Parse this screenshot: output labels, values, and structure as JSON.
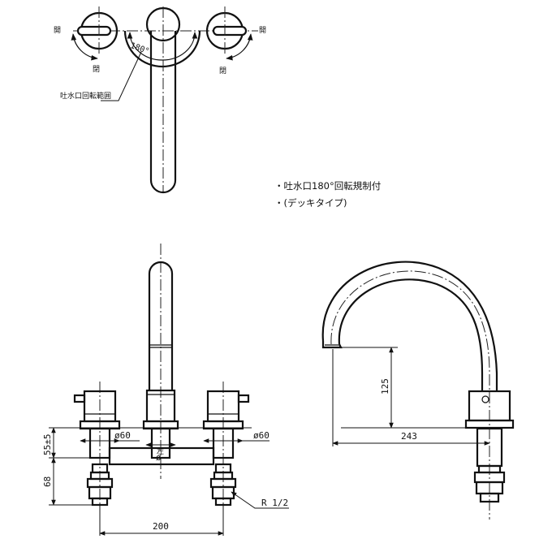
{
  "top_view": {
    "open_label_left": "開",
    "close_label_left": "閉",
    "open_label_right": "開",
    "close_label_right": "閉",
    "angle_label": "180°",
    "range_label": "吐水口回転範囲"
  },
  "notes": [
    "・吐水口180°回転規制付",
    "・(デッキタイプ)"
  ],
  "front_view": {
    "dia_left": "ø60",
    "dia_right": "ø60",
    "center_mark": "ø",
    "center_mark_top": "左",
    "dim_height_upper": "55±5",
    "dim_height_lower": "68",
    "dim_width": "200",
    "thread_label": "R 1/2"
  },
  "side_view": {
    "dim_spout_height": "125",
    "dim_spout_reach": "243"
  }
}
